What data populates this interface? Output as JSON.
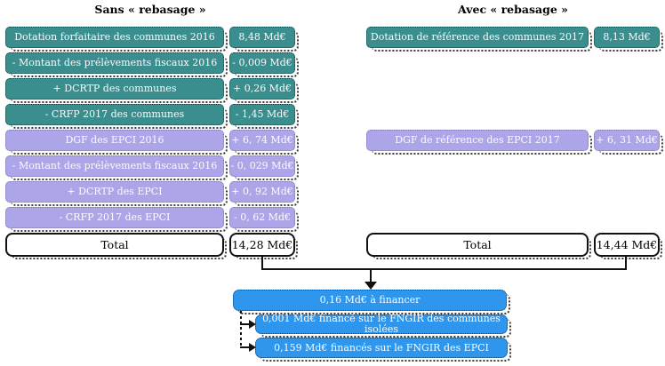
{
  "titles": {
    "left": "Sans « rebasage »",
    "right": "Avec « rebasage »"
  },
  "left_column": {
    "rows": [
      {
        "label": "Dotation forfaitaire des communes 2016",
        "value": "8,48 Md€",
        "color": "teal"
      },
      {
        "label": "- Montant des prélèvements fiscaux 2016",
        "value": "- 0,009 Md€",
        "color": "teal"
      },
      {
        "label": "+ DCRTP des communes",
        "value": "+ 0,26 Md€",
        "color": "teal"
      },
      {
        "label": "- CRFP 2017 des communes",
        "value": "- 1,45 Md€",
        "color": "teal"
      },
      {
        "label": "DGF des EPCI 2016",
        "value": "+ 6, 74 Md€",
        "color": "purple"
      },
      {
        "label": "- Montant des prélèvements fiscaux 2016",
        "value": "- 0, 029 Md€",
        "color": "purple"
      },
      {
        "label": "+ DCRTP des EPCI",
        "value": "+ 0, 92 Md€",
        "color": "purple"
      },
      {
        "label": "- CRFP 2017 des EPCI",
        "value": "- 0, 62 Md€",
        "color": "purple"
      }
    ],
    "total": {
      "label": "Total",
      "value": "14,28 Md€"
    }
  },
  "right_column": {
    "rows": [
      {
        "label": "Dotation de référence des communes 2017",
        "value": "8,13 Md€",
        "color": "teal"
      },
      {
        "label": "DGF de référence des EPCI 2017",
        "value": "+ 6, 31 Md€",
        "color": "purple"
      }
    ],
    "total": {
      "label": "Total",
      "value": "14,44 Md€"
    }
  },
  "financing": {
    "main": "0,16 Md€ à financer",
    "items": [
      "0,001 Md€ financé sur le FNGIR des communes isolées",
      "0,159 Md€ financés sur le FNGIR des EPCI"
    ]
  },
  "colors": {
    "communes_teal": "#3A8E8D",
    "epci_purple": "#ACA6E8",
    "financing_blue": "#2E96ED",
    "line_black": "#111111"
  }
}
